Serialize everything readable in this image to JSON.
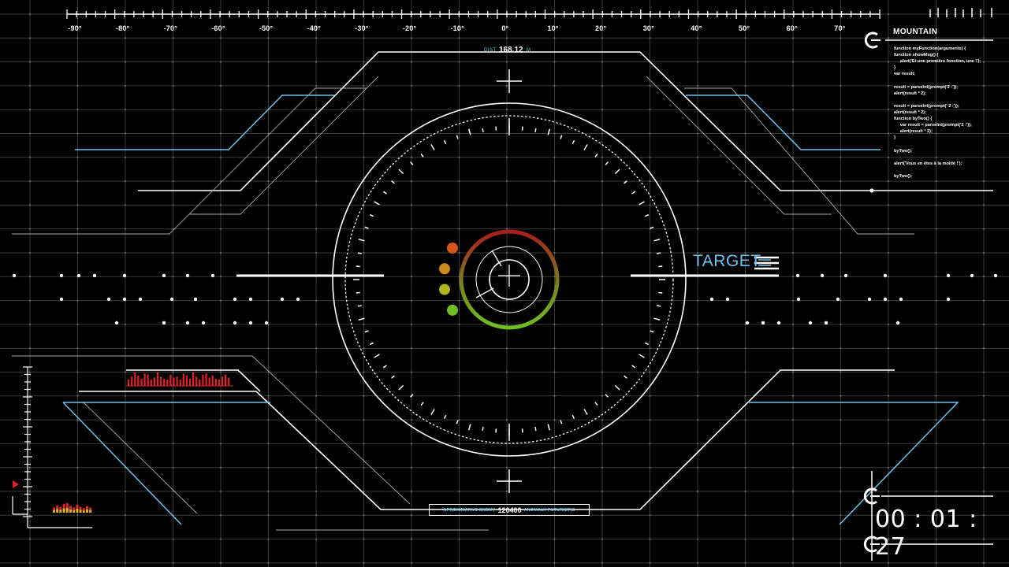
{
  "degree_scale": [
    "-90°",
    "-80°",
    "-70°",
    "-60°",
    "-50°",
    "-40°",
    "-30°",
    "-20°",
    "-10°",
    "0°",
    "10°",
    "20°",
    "30°",
    "40°",
    "50°",
    "60°",
    "70°"
  ],
  "distance": {
    "label": "DIST",
    "value": "168.12",
    "unit": "M"
  },
  "target": {
    "label": "TARGET"
  },
  "mountain": {
    "title": "MOUNTAIN"
  },
  "code_lines": [
    "function myFunction(arguments) {",
    "function showMsg() {",
    "     alert('Et une première fonction, une !');",
    "}",
    "var result;",
    "",
    "result = parseInt(prompt('2 :'));",
    "alert(result * 2);",
    "",
    "result = parseInt(prompt(' 2 :'));",
    "alert(result * 2);",
    "function byTwo() {",
    "     var result = parseInt(prompt('2 :'));",
    "     alert(result * 2);",
    "}",
    "",
    "byTwo();",
    "",
    "alert('Vous en êtes à la moitié !');",
    "",
    "byTwo();"
  ],
  "enemy": {
    "label_left": "APROXIMATIVE ENEMY",
    "value": "120400",
    "label_right": "ANOMALY FUTURISTIC"
  },
  "timer": {
    "value": "00 : 01 : 27"
  },
  "indicator_dots": [
    {
      "color": "#d9531e"
    },
    {
      "color": "#cc8a1a"
    },
    {
      "color": "#b0b61c"
    },
    {
      "color": "#6fbf22"
    }
  ],
  "colors": {
    "accent_blue": "#6cc4ec",
    "bar_red": "#e0212a",
    "arc_red": "#a81e1e",
    "arc_green": "#6fbf22",
    "marker": "#e01e2a"
  },
  "red_bar_levels": [
    0.3,
    0.6,
    1.0,
    0.7,
    0.4,
    0.9,
    0.8,
    0.3,
    0.5,
    1.0,
    0.6,
    0.4,
    0.3,
    0.8,
    0.5,
    0.6,
    0.3,
    0.9,
    0.7,
    0.4,
    1.0,
    0.6,
    0.3,
    0.8,
    0.9,
    0.5,
    0.7,
    0.4,
    0.3,
    0.6,
    0.8,
    0.5
  ],
  "mini_bar_levels": [
    0.4,
    0.7,
    0.5,
    0.9,
    1.0,
    0.6,
    0.4,
    0.8,
    0.5,
    0.3,
    0.6,
    0.4
  ],
  "icons": [
    "c-shape-icon",
    "crosshair-icon",
    "menu-lines-icon"
  ]
}
